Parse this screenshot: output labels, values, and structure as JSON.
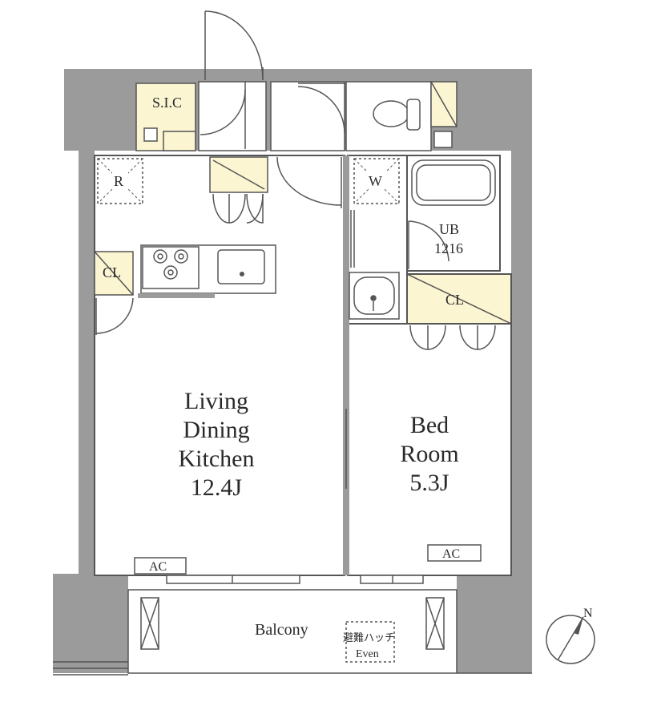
{
  "plan": {
    "rooms": {
      "ldk": {
        "lines": [
          "Living",
          "Dining",
          "Kitchen",
          "12.4J"
        ]
      },
      "bedroom": {
        "lines": [
          "Bed",
          "Room",
          "5.3J"
        ]
      },
      "balcony": {
        "label": "Balcony"
      },
      "bath": {
        "lines": [
          "UB",
          "1216"
        ]
      }
    },
    "fixtures": {
      "sic": "S.I.C",
      "refrigerator": "R",
      "washer": "W",
      "closet_kitchen": "CL",
      "closet_bedroom": "CL",
      "ac_ldk": "AC",
      "ac_bedroom": "AC",
      "hatch": [
        "避難ハッチ",
        "Even"
      ]
    },
    "compass": {
      "label": "N"
    },
    "colors": {
      "wall": "#9b9b9b",
      "storage": "#fbf5d2",
      "line": "#555555"
    }
  }
}
